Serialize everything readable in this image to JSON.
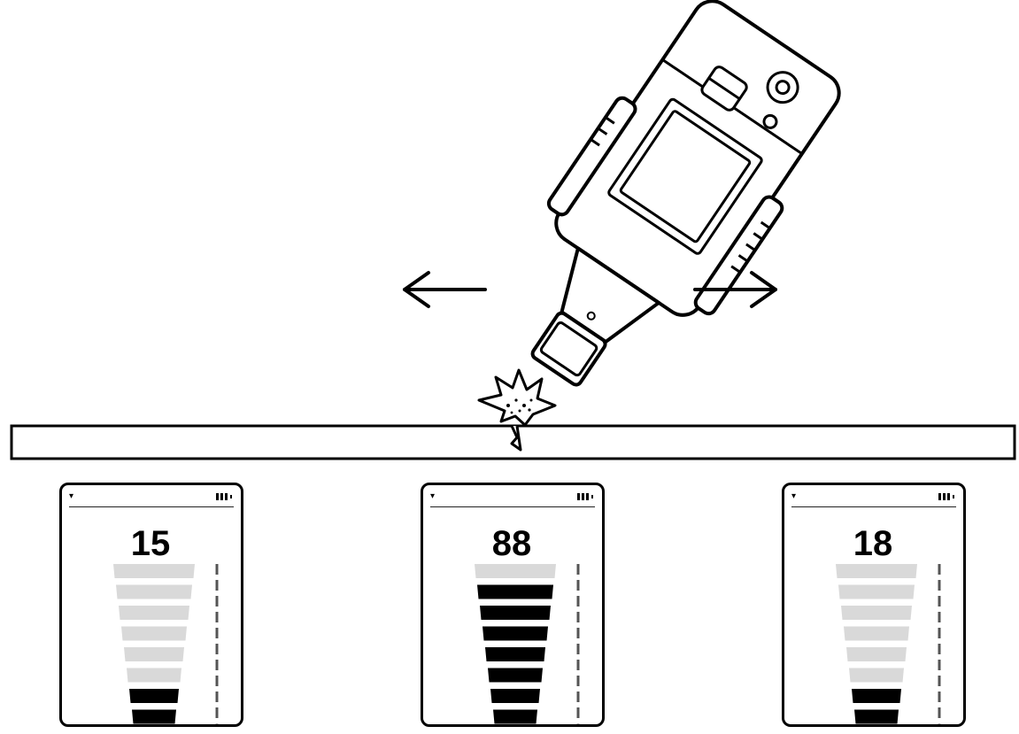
{
  "illustration": {
    "device": "handheld-detector",
    "sweep_directions": [
      "left-arrow",
      "right-arrow"
    ],
    "impact_icon": "burst-icon",
    "surface": "wall"
  },
  "screens": [
    {
      "reading": "15",
      "filled_bars": 2,
      "total_bars": 8,
      "icons": [
        "volume-icon",
        "battery-icon"
      ]
    },
    {
      "reading": "88",
      "filled_bars": 7,
      "total_bars": 8,
      "icons": [
        "volume-icon",
        "battery-icon"
      ]
    },
    {
      "reading": "18",
      "filled_bars": 2,
      "total_bars": 8,
      "icons": [
        "volume-icon",
        "battery-icon"
      ]
    }
  ],
  "colors": {
    "filled_bar": "#000000",
    "empty_bar": "#d9d9d9",
    "outline": "#000000"
  }
}
